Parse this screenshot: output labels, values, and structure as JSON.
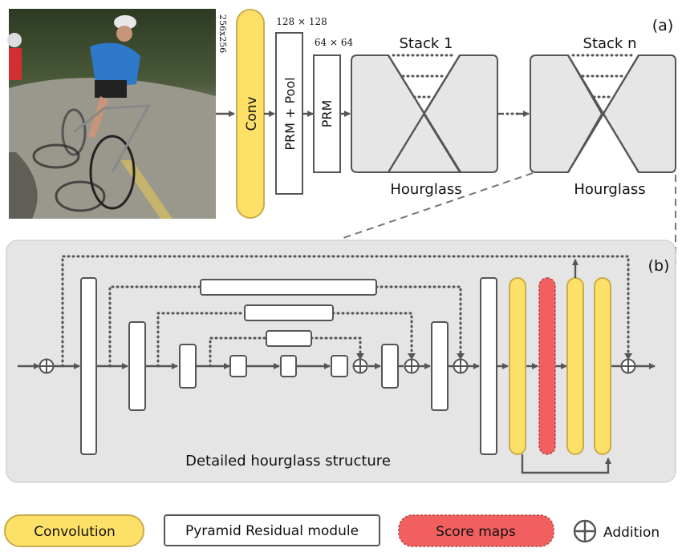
{
  "input_image": {
    "description": "cyclists on road photo",
    "size_label": "256x256"
  },
  "part_a": {
    "panel_label": "(a)",
    "conv_label": "Conv",
    "prm_pool_label": "PRM + Pool",
    "prm_pool_size": "128 × 128",
    "prm_label": "PRM",
    "prm_size": "64 × 64",
    "stacks": [
      {
        "title": "Stack 1",
        "caption": "Hourglass"
      },
      {
        "title": "Stack n",
        "caption": "Hourglass"
      }
    ]
  },
  "part_b": {
    "panel_label": "(b)",
    "caption": "Detailed hourglass structure"
  },
  "legend": {
    "items": [
      {
        "key": "convolution",
        "label": "Convolution"
      },
      {
        "key": "prm",
        "label": "Pyramid Residual module"
      },
      {
        "key": "score",
        "label": "Score maps"
      },
      {
        "key": "addition",
        "label": "Addition"
      }
    ]
  },
  "colors": {
    "convolution": "#fde068",
    "score_maps": "#f15f5f",
    "panel_background": "#e5e5e5",
    "stroke": "#555555"
  }
}
